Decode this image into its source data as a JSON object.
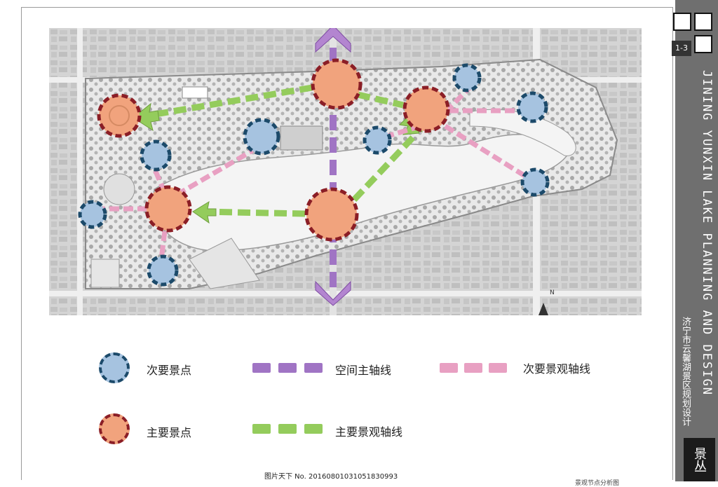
{
  "sidebar": {
    "page_number": "1-3",
    "title_en": "JINING YUNXIN LAKE PLANNING AND DESIGN",
    "title_cn": "济宁市云馨湖景区规划设计",
    "logo_text": "景丛"
  },
  "legend": {
    "secondary_spot": "次要景点",
    "primary_spot": "主要景点",
    "main_axis": "空间主轴线",
    "primary_axis": "主要景观轴线",
    "secondary_axis": "次要景观轴线"
  },
  "colors": {
    "primary_fill": "#f1a37d",
    "primary_ring": "#8b1e26",
    "secondary_fill": "#a6c3e0",
    "secondary_ring": "#1c4a6a",
    "main_axis": "#a074c4",
    "primary_axis": "#94cc5c",
    "secondary_axis": "#e8a0c2"
  },
  "map": {
    "north_label": "N"
  },
  "footer": {
    "text": "图片天下  No. 20160801031051830993",
    "subtitle": "景观节点分析图"
  }
}
